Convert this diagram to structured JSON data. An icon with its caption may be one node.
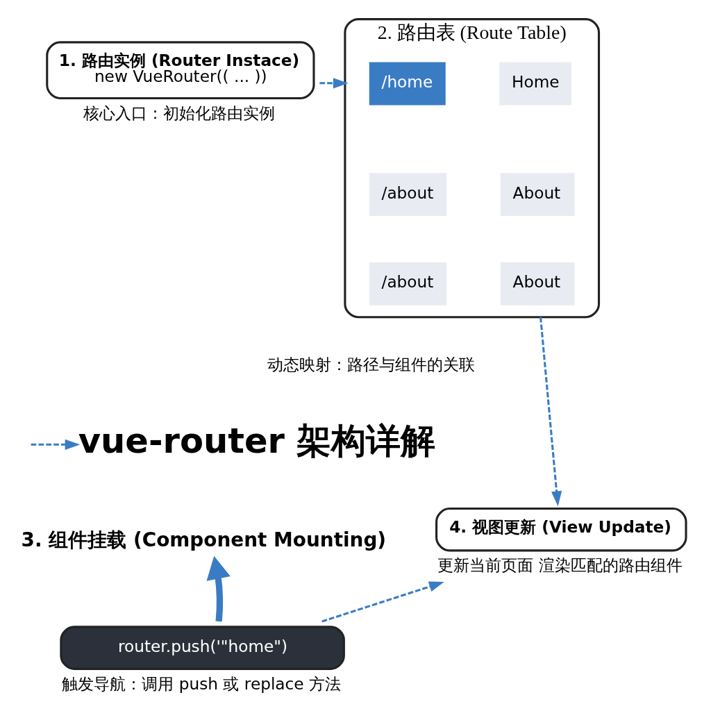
{
  "diagram": {
    "nodes": [
      {
        "text": [
          "1. 路由实例 (Router Instace)",
          "new VueRouter(( ... ))"
        ],
        "beside": [
          "核心入口：初始化路由实例"
        ]
      },
      {
        "text": [
          "2. 路由表 (Route Table)"
        ],
        "beside": [
          "动态映射：路径与组件的关联"
        ]
      },
      {
        "text": [
          "/home"
        ],
        "in": 1
      },
      {
        "text": [
          "Home"
        ],
        "in": 1
      },
      {
        "text": [
          "/about"
        ],
        "in": 1
      },
      {
        "text": [
          "About"
        ],
        "in": 1
      },
      {
        "text": [
          "/about"
        ],
        "in": 1
      },
      {
        "text": [
          "About"
        ],
        "in": 1
      },
      {
        "text": [
          "vue-router 架构详解"
        ]
      },
      {
        "text": [
          "3. 组件挂载 (Component Mounting)"
        ]
      },
      {
        "text": [
          "router.push('\"home\")"
        ],
        "beside": [
          "触发导航：调用 push 或 replace 方法"
        ]
      },
      {
        "text": [
          "4. 视图更新 (View Update)"
        ],
        "beside": [
          "更新当前页面 渲染匹配的路由组件"
        ]
      }
    ],
    "edges": [
      {
        "from": 0,
        "to": 1,
        "arrow": "to",
        "style": "dashed"
      },
      {
        "from": 1,
        "to": 11,
        "arrow": "to",
        "style": "dashed"
      },
      {
        "from": null,
        "to": 8,
        "arrow": "to",
        "style": "dashed"
      },
      {
        "from": 10,
        "to": 9,
        "arrow": "to",
        "style": "thick"
      },
      {
        "from": 10,
        "to": 11,
        "arrow": "to",
        "style": "dashed"
      }
    ]
  }
}
